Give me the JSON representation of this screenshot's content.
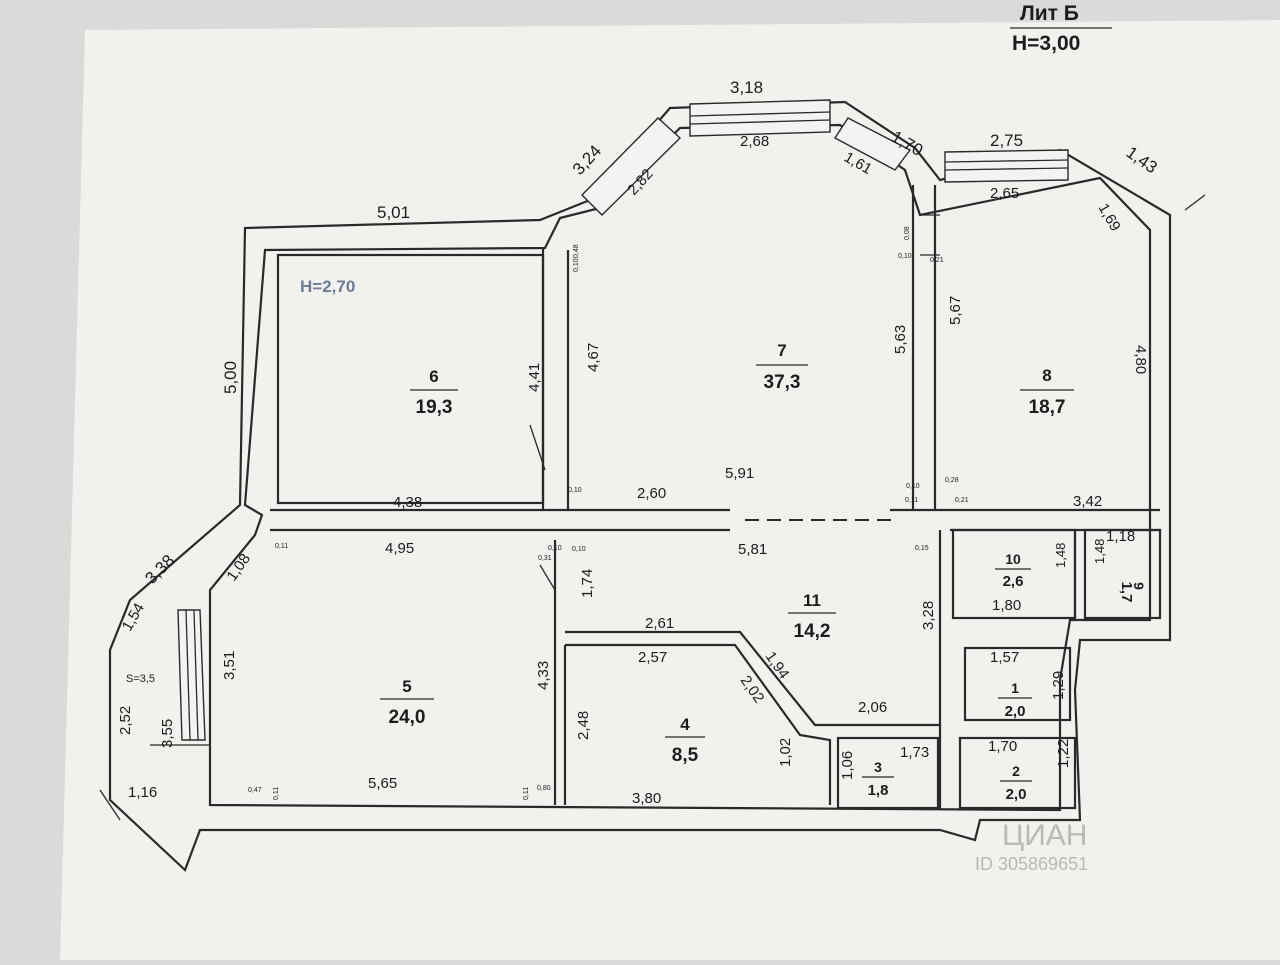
{
  "header": {
    "line1": "Лит Б",
    "line2": "H=3,00"
  },
  "ceiling_note": "H=2,70",
  "rooms": [
    {
      "number": "6",
      "area": "19,3"
    },
    {
      "number": "7",
      "area": "37,3"
    },
    {
      "number": "8",
      "area": "18,7"
    },
    {
      "number": "5",
      "area": "24,0"
    },
    {
      "number": "11",
      "area": "14,2"
    },
    {
      "number": "4",
      "area": "8,5"
    },
    {
      "number": "10",
      "area": "2,6"
    },
    {
      "number": "9",
      "area": "1,7"
    },
    {
      "number": "1",
      "area": "2,0"
    },
    {
      "number": "3",
      "area": "1,8"
    },
    {
      "number": "2",
      "area": "2,0"
    }
  ],
  "dimensions": {
    "top_318": "3,18",
    "d324": "3,24",
    "d170": "1,70",
    "d275": "2,75",
    "d143": "1,43",
    "d268": "2,68",
    "d282": "2,82",
    "d161": "1,61",
    "d265": "2,65",
    "d169": "1,69",
    "d501": "5,01",
    "d500": "5,00",
    "d441": "4,41",
    "d467": "4,67",
    "d563": "5,63",
    "d567": "5,67",
    "d480": "4,80",
    "d591": "5,91",
    "d438": "4,38",
    "d260": "2,60",
    "d342": "3,42",
    "d338": "3,38",
    "d495": "4,95",
    "d108": "1,08",
    "d581": "5,81",
    "d174": "1,74",
    "d118": "1,18",
    "d148": "1,48",
    "d148b": "1,48",
    "d180": "1,80",
    "d154": "1,54",
    "d351": "3,51",
    "d261": "2,61",
    "d257": "2,57",
    "d194": "1,94",
    "d202": "2,02",
    "d328": "3,28",
    "d157": "1,57",
    "d129": "1,29",
    "d433": "4,33",
    "d252": "2,52",
    "d355": "3,55",
    "s35": "S=3,5",
    "d248": "2,48",
    "d206": "2,06",
    "d173": "1,73",
    "d170b": "1,70",
    "d122": "1,22",
    "d102": "1,02",
    "d106": "1,06",
    "d565": "5,65",
    "d116": "1,16",
    "d380": "3,80"
  },
  "small_marks": {
    "m048": "0,48",
    "m010": "0,10",
    "m008": "0,08",
    "m010b": "0,10",
    "m021": "0,21",
    "m028": "0,28",
    "m010c": "0,10",
    "m021b": "0,21",
    "m011": "0,11",
    "m010d": "0,10",
    "m015": "0,15",
    "m010e": "0,10",
    "m031": "0,31",
    "m010f": "0,10",
    "m011b": "0,11",
    "m047": "0,47",
    "m011c": "0,11",
    "m011d": "0,11",
    "m080": "0,80"
  },
  "watermark": {
    "brand": "ЦИАН",
    "id": "ID 305869651"
  }
}
